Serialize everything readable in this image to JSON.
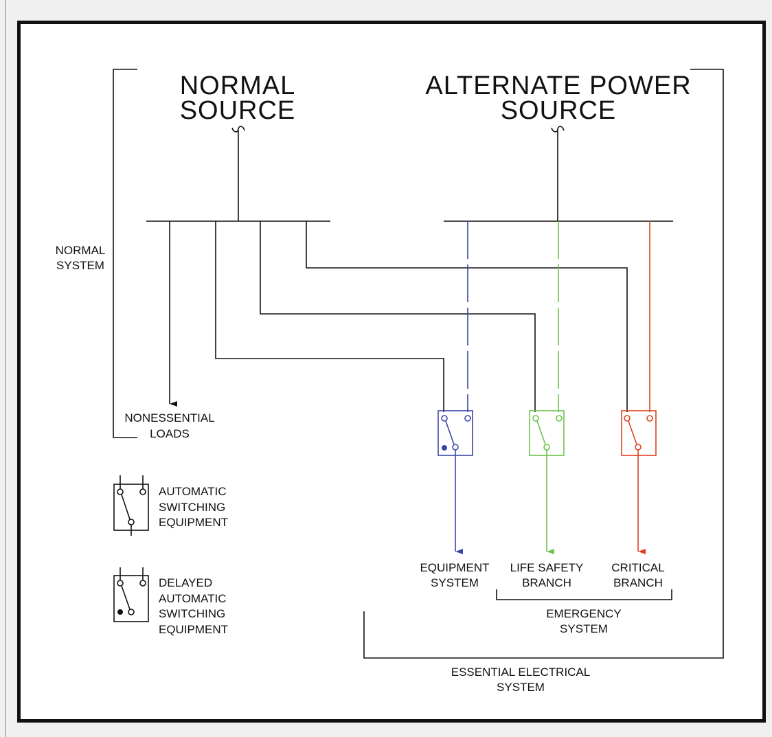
{
  "title_normal_source": [
    "NORMAL",
    "SOURCE"
  ],
  "title_alternate_source": [
    "ALTERNATE POWER",
    "SOURCE"
  ],
  "label_normal_system": [
    "NORMAL",
    "SYSTEM"
  ],
  "label_nonessential_loads": [
    "NONESSENTIAL",
    "LOADS"
  ],
  "legend_automatic": [
    "AUTOMATIC",
    "SWITCHING",
    "EQUIPMENT"
  ],
  "legend_delayed": [
    "DELAYED",
    "AUTOMATIC",
    "SWITCHING",
    "EQUIPMENT"
  ],
  "label_equipment_system": [
    "EQUIPMENT",
    "SYSTEM"
  ],
  "label_life_safety_branch": [
    "LIFE SAFETY",
    "BRANCH"
  ],
  "label_critical_branch": [
    "CRITICAL",
    "BRANCH"
  ],
  "label_emergency_system": [
    "EMERGENCY",
    "SYSTEM"
  ],
  "label_essential_system": [
    "ESSENTIAL ELECTRICAL",
    "SYSTEM"
  ],
  "ac_symbol": "~",
  "colors": {
    "line": "#111111",
    "equipment": "#3a45a8",
    "life_safety": "#6cc24a",
    "critical": "#e0401f"
  }
}
